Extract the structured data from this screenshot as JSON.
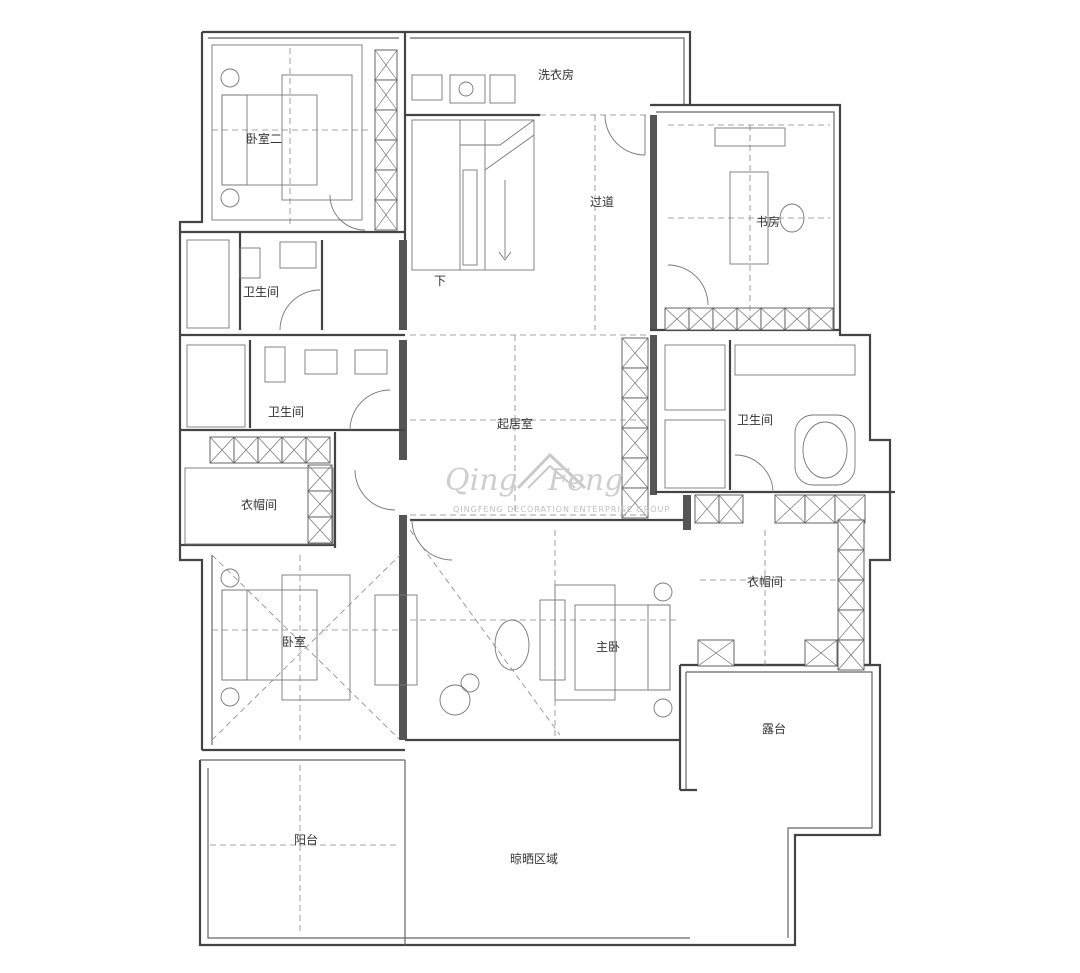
{
  "rooms": {
    "bedroom2": "卧室二",
    "laundry": "洗衣房",
    "corridor": "过道",
    "study": "书房",
    "bathroom_a": "卫生间",
    "bathroom_b": "卫生间",
    "bathroom_master": "卫生间",
    "family_room": "起居室",
    "wardrobe_left": "衣帽间",
    "wardrobe_right": "衣帽间",
    "bedroom_lower": "卧室",
    "master_bedroom": "主卧",
    "terrace_right": "露台",
    "balcony_left": "阳台",
    "sun_area": "晾晒区域",
    "stair_down": "下"
  },
  "watermark": {
    "brand_left": "Qing",
    "brand_right": "Feng",
    "tagline": "QINGFENG DECORATION ENTERPRISE GROUP"
  }
}
